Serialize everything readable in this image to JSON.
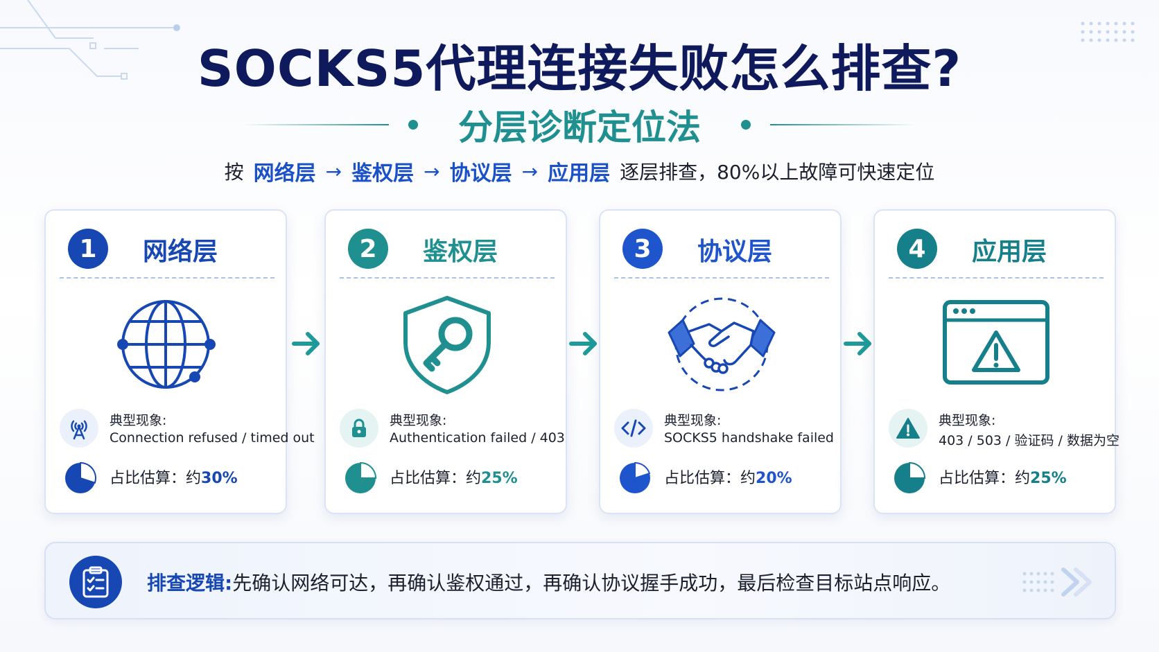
{
  "title": "SOCKS5代理连接失败怎么排查?",
  "subtitle": "分层诊断定位法",
  "flow": {
    "prefix": "按",
    "steps": [
      "网络层",
      "鉴权层",
      "协议层",
      "应用层"
    ],
    "arrow": "→",
    "suffix": "逐层排查，80%以上故障可快速定位"
  },
  "colors": {
    "blue": "#1a50c8",
    "teal": "#1f8f8f",
    "navy": "#0f1a5c"
  },
  "layers": [
    {
      "num": "1",
      "title": "网络层",
      "color": "#1747b3",
      "illustration_icon": "globe-network-icon",
      "symptom_icon": "antenna-icon",
      "symptom_label": "典型现象:",
      "symptom": "Connection refused / timed out",
      "estimate_label": "占比估算：约",
      "estimate": "30%",
      "share": 0.3
    },
    {
      "num": "2",
      "title": "鉴权层",
      "color": "#1f8f8f",
      "illustration_icon": "shield-key-icon",
      "symptom_icon": "lock-icon",
      "symptom_label": "典型现象:",
      "symptom": "Authentication failed / 403",
      "estimate_label": "占比估算：约",
      "estimate": "25%",
      "share": 0.25
    },
    {
      "num": "3",
      "title": "协议层",
      "color": "#1f55cc",
      "illustration_icon": "handshake-icon",
      "symptom_icon": "code-icon",
      "symptom_label": "典型现象:",
      "symptom": "SOCKS5 handshake failed",
      "estimate_label": "占比估算：约",
      "estimate": "20%",
      "share": 0.2
    },
    {
      "num": "4",
      "title": "应用层",
      "color": "#16808a",
      "illustration_icon": "browser-warning-icon",
      "symptom_icon": "warning-icon",
      "symptom_label": "典型现象:",
      "symptom": "403 / 503 / 验证码 / 数据为空",
      "estimate_label": "占比估算：约",
      "estimate": "25%",
      "share": 0.25
    }
  ],
  "footer": {
    "icon": "clipboard-checklist-icon",
    "label": "排查逻辑:",
    "text": "先确认网络可达，再确认鉴权通过，再确认协议握手成功，最后检查目标站点响应。"
  }
}
